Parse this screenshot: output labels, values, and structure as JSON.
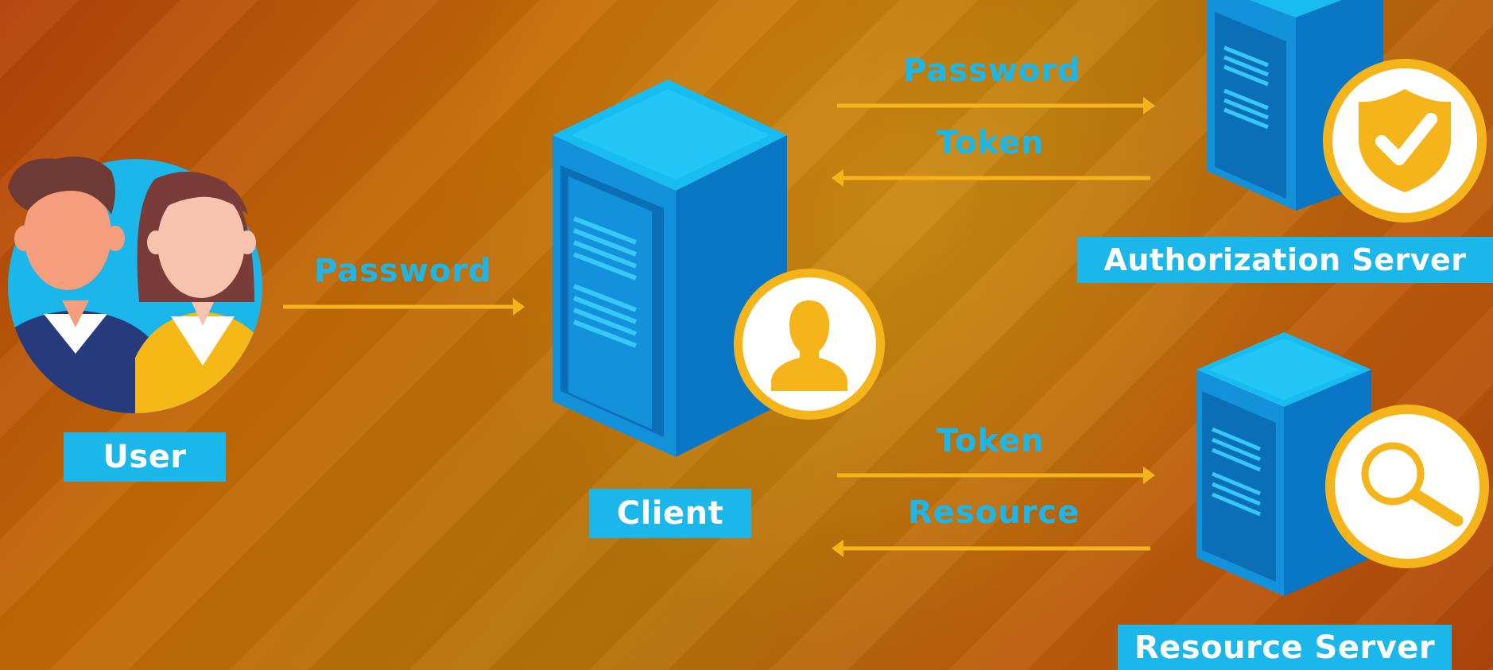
{
  "colors": {
    "accent_blue": "#1bb6ea",
    "server_dark": "#0a76c6",
    "server_mid": "#1391db",
    "server_top": "#17bdf2",
    "arrow_yellow": "#f5b51a",
    "badge_fill": "#ffffff"
  },
  "nodes": {
    "user": {
      "label": "User",
      "icon": "users-icon"
    },
    "client": {
      "label": "Client",
      "icon": "person-badge-icon"
    },
    "authorization_server": {
      "label": "Authorization Server",
      "icon": "shield-check-icon"
    },
    "resource_server": {
      "label": "Resource Server",
      "icon": "magnifier-icon"
    }
  },
  "flows": {
    "user_to_client": "Password",
    "client_to_auth": "Password",
    "auth_to_client": "Token",
    "client_to_resource": "Token",
    "resource_to_client": "Resource"
  }
}
